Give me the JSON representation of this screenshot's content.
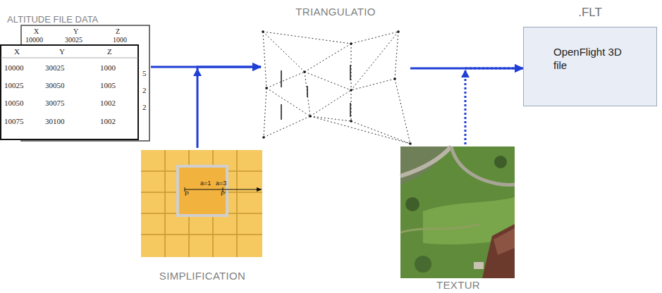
{
  "diagram": {
    "nodes": [
      {
        "text": [
          "ALTITUDE FILE DATA"
        ]
      },
      {
        "text": [
          "TRIANGULATIO"
        ]
      },
      {
        "text": [
          ".FLT",
          "OpenFlight 3D file"
        ]
      },
      {
        "text": [
          "SIMPLIFICATION"
        ]
      },
      {
        "text": [
          "TEXTUR"
        ]
      }
    ],
    "edges": [
      {
        "from": 0,
        "to": 1,
        "arrow": "to"
      },
      {
        "from": 3,
        "to": 1,
        "arrow": "to"
      },
      {
        "from": 1,
        "to": 2,
        "arrow": "to"
      },
      {
        "from": 4,
        "to": 2,
        "arrow": "to"
      }
    ],
    "labels": [
      "X",
      "Y",
      "Z",
      "10000",
      "30025",
      "1000",
      "5",
      "2",
      "2",
      "X",
      "Y",
      "Z",
      "10000",
      "30025",
      "1000",
      "10025",
      "30050",
      "1005",
      "10050",
      "30075",
      "1002",
      "10075",
      "30100",
      "1002",
      "a=1",
      "a=3",
      "P",
      "P'"
    ]
  }
}
